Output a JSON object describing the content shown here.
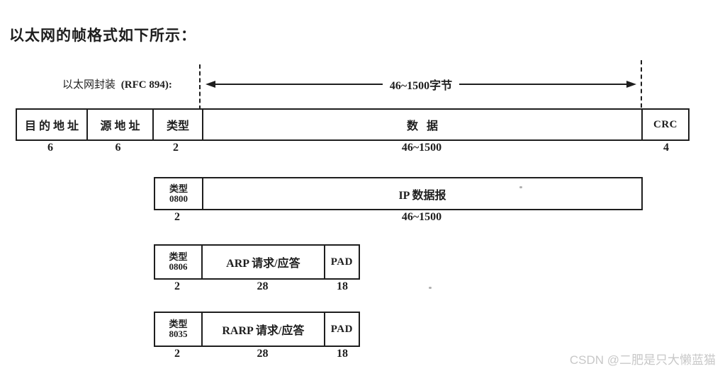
{
  "page": {
    "title": "以太网的帧格式如下所示：",
    "watermark": "CSDN @二肥是只大懒蓝猫"
  },
  "diagram": {
    "encapsulation_label": "以太网封装",
    "rfc_label": "(RFC 894):",
    "span_label": "46~1500字节",
    "rows": [
      {
        "name": "ethernet-frame",
        "cells": [
          {
            "label": "目的地址",
            "size": "6"
          },
          {
            "label": "源地址",
            "size": "6"
          },
          {
            "label": "类型",
            "size": "2"
          },
          {
            "label": "数 据",
            "size": "46~1500"
          },
          {
            "label": "CRC",
            "size": "4"
          }
        ]
      },
      {
        "name": "ip-datagram",
        "cells": [
          {
            "label": "类型",
            "label2": "0800",
            "size": "2"
          },
          {
            "label": "IP 数据报",
            "size": "46~1500"
          }
        ]
      },
      {
        "name": "arp",
        "cells": [
          {
            "label": "类型",
            "label2": "0806",
            "size": "2"
          },
          {
            "label": "ARP 请求/应答",
            "size": "28"
          },
          {
            "label": "PAD",
            "size": "18"
          }
        ]
      },
      {
        "name": "rarp",
        "cells": [
          {
            "label": "类型",
            "label2": "8035",
            "size": "2"
          },
          {
            "label": "RARP 请求/应答",
            "size": "28"
          },
          {
            "label": "PAD",
            "size": "18"
          }
        ]
      }
    ]
  },
  "colors": {
    "ink": "#1e1e1e",
    "watermark": "#c8c8c8",
    "background": "#ffffff"
  }
}
